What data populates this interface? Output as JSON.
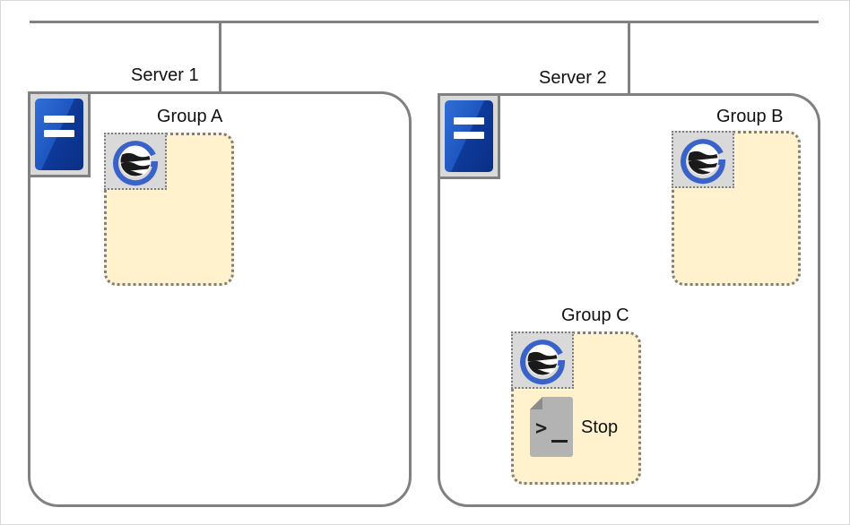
{
  "servers": [
    {
      "id": "server-1",
      "label": "Server 1"
    },
    {
      "id": "server-2",
      "label": "Server 2"
    }
  ],
  "groups": [
    {
      "id": "group-a",
      "label": "Group A",
      "server": "Server 1",
      "resources": [
        "group-resource-icon"
      ]
    },
    {
      "id": "group-b",
      "label": "Group B",
      "server": "Server 2",
      "resources": [
        "group-resource-icon"
      ]
    },
    {
      "id": "group-c",
      "label": "Group C",
      "server": "Server 2",
      "resources": [
        "group-resource-icon",
        "script-icon"
      ]
    }
  ],
  "resources": {
    "script": {
      "icon": "script-icon",
      "label": "Stop"
    }
  },
  "colors": {
    "network_line": "#808080",
    "server_blue": "#1f56c0",
    "group_fill": "#fff2cc",
    "icon_blue": "#3a63c9"
  }
}
